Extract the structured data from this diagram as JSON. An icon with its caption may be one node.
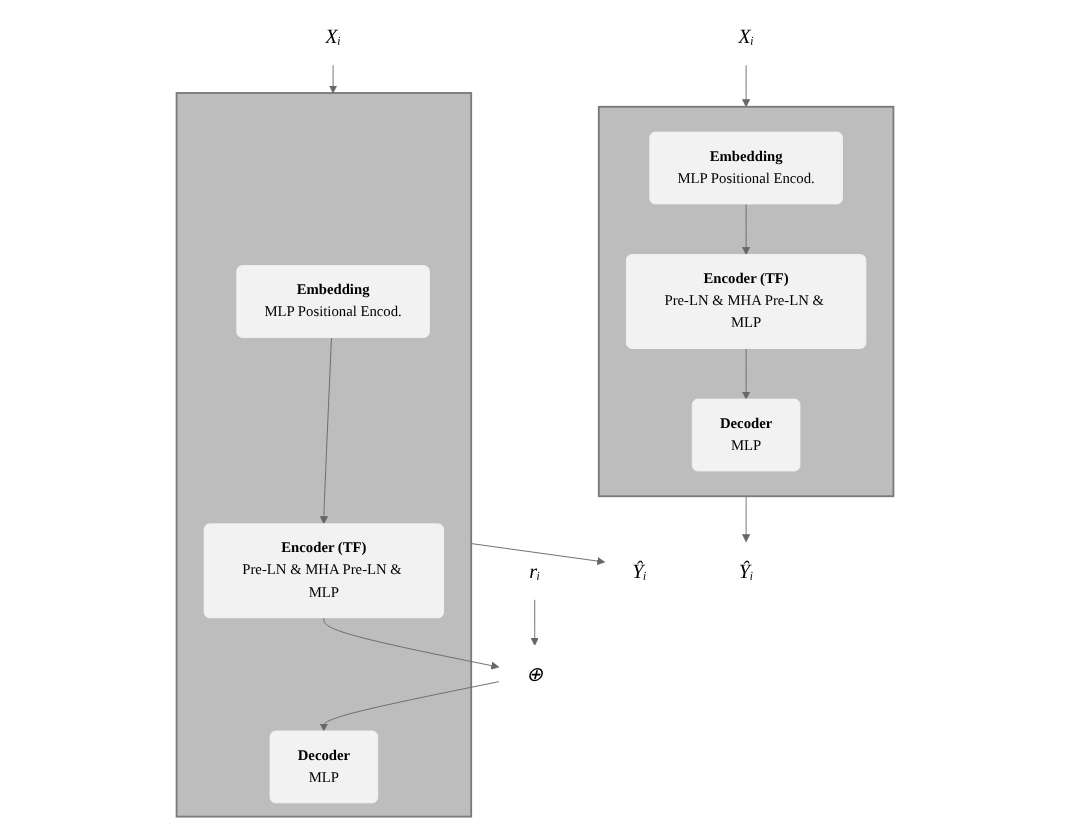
{
  "diagram": {
    "nodes": [
      {
        "text": [
          "Xᵢ"
        ]
      },
      {
        "text": [],
        "shape": "box"
      },
      {
        "text": [
          "Embedding",
          "MLP Positional Encod."
        ],
        "in": 1
      },
      {
        "text": [
          "Encoder (TF)",
          "Pre-LN & MHA Pre-LN & MLP"
        ],
        "in": 1
      },
      {
        "text": [
          "Decoder",
          "MLP"
        ],
        "in": 1
      },
      {
        "text": [
          "Ŷᵢ"
        ]
      },
      {
        "text": [
          "Xᵢ"
        ]
      },
      {
        "text": [],
        "shape": "box"
      },
      {
        "text": [
          "Embedding",
          "MLP Positional Encod."
        ],
        "in": 7
      },
      {
        "text": [
          "Encoder (TF)",
          "Pre-LN & MHA Pre-LN & MLP"
        ],
        "in": 7
      },
      {
        "text": [
          "Decoder",
          "MLP"
        ],
        "in": 7
      },
      {
        "text": [
          "⊕"
        ]
      },
      {
        "text": [
          "rᵢ"
        ]
      },
      {
        "text": [
          "Ŷᵢ"
        ]
      }
    ],
    "edges": [
      {
        "from": 0,
        "to": 1,
        "arrow": "to"
      },
      {
        "from": 2,
        "to": 3,
        "arrow": "to"
      },
      {
        "from": 3,
        "to": 4,
        "arrow": "to"
      },
      {
        "from": 1,
        "to": 5,
        "arrow": "to"
      },
      {
        "from": 6,
        "to": 7,
        "arrow": "to"
      },
      {
        "from": 8,
        "to": 9,
        "arrow": "to"
      },
      {
        "from": 9,
        "to": 11,
        "arrow": "to"
      },
      {
        "from": 12,
        "to": 11,
        "arrow": "to"
      },
      {
        "from": 11,
        "to": 10,
        "arrow": "to"
      },
      {
        "from": 7,
        "to": 13,
        "arrow": "to"
      }
    ]
  }
}
